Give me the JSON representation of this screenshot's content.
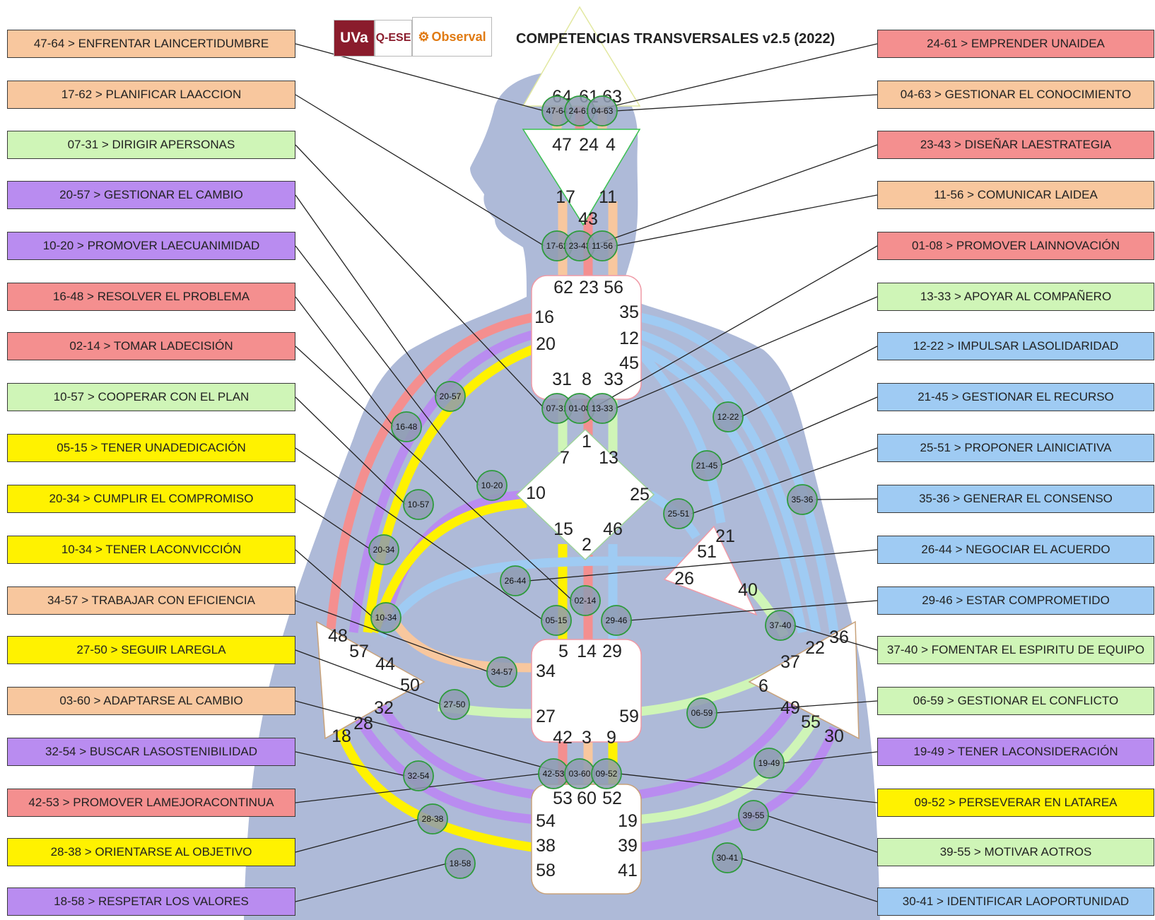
{
  "title": "COMPETENCIAS TRANSVERSALES v2.5 (2022)",
  "logos": {
    "uva": "UVa",
    "qese": "Q-ESE",
    "observal": "Observal"
  },
  "colors": {
    "orange": "#f8c79e",
    "green": "#cff5b7",
    "purple": "#b98cf0",
    "red": "#f48f8f",
    "yellow": "#fff200",
    "blue": "#9fcbf3",
    "silhouette": "#aebad8",
    "node": "#8e9bb2",
    "node_border": "#2d9b3b"
  },
  "left_labels": [
    {
      "text": "47-64 > ENFRENTAR LAINCERTIDUMBRE",
      "color": "orange"
    },
    {
      "text": "17-62 > PLANIFICAR LAACCION",
      "color": "orange"
    },
    {
      "text": "07-31 > DIRIGIR APERSONAS",
      "color": "green"
    },
    {
      "text": "20-57 > GESTIONAR EL CAMBIO",
      "color": "purple"
    },
    {
      "text": "10-20 > PROMOVER LAECUANIMIDAD",
      "color": "purple"
    },
    {
      "text": "16-48 > RESOLVER EL PROBLEMA",
      "color": "red"
    },
    {
      "text": "02-14 > TOMAR LADECISIÓN",
      "color": "red"
    },
    {
      "text": "10-57 > COOPERAR CON EL PLAN",
      "color": "green"
    },
    {
      "text": "05-15 > TENER UNADEDICACIÓN",
      "color": "yellow"
    },
    {
      "text": "20-34 > CUMPLIR EL COMPROMISO",
      "color": "yellow"
    },
    {
      "text": "10-34 > TENER LACONVICCIÓN",
      "color": "yellow"
    },
    {
      "text": "34-57 > TRABAJAR CON EFICIENCIA",
      "color": "orange"
    },
    {
      "text": "27-50 > SEGUIR LAREGLA",
      "color": "yellow"
    },
    {
      "text": "03-60 > ADAPTARSE AL CAMBIO",
      "color": "orange"
    },
    {
      "text": "32-54 > BUSCAR LASOSTENIBILIDAD",
      "color": "purple"
    },
    {
      "text": "42-53 > PROMOVER LAMEJORACONTINUA",
      "color": "red"
    },
    {
      "text": "28-38 > ORIENTARSE AL OBJETIVO",
      "color": "yellow"
    },
    {
      "text": "18-58 > RESPETAR LOS VALORES",
      "color": "purple"
    }
  ],
  "right_labels": [
    {
      "text": "24-61 > EMPRENDER UNAIDEA",
      "color": "red"
    },
    {
      "text": "04-63 > GESTIONAR EL CONOCIMIENTO",
      "color": "orange"
    },
    {
      "text": "23-43 > DISEÑAR LAESTRATEGIA",
      "color": "red"
    },
    {
      "text": "11-56 > COMUNICAR LAIDEA",
      "color": "orange"
    },
    {
      "text": "01-08 > PROMOVER LAINNOVACIÓN",
      "color": "red"
    },
    {
      "text": "13-33 > APOYAR AL COMPAÑERO",
      "color": "green"
    },
    {
      "text": "12-22 > IMPULSAR LASOLIDARIDAD",
      "color": "blue"
    },
    {
      "text": "21-45 > GESTIONAR EL RECURSO",
      "color": "blue"
    },
    {
      "text": "25-51 > PROPONER LAINICIATIVA",
      "color": "blue"
    },
    {
      "text": "35-36 > GENERAR EL CONSENSO",
      "color": "blue"
    },
    {
      "text": "26-44 > NEGOCIAR EL ACUERDO",
      "color": "blue"
    },
    {
      "text": "29-46 > ESTAR COMPROMETIDO",
      "color": "blue"
    },
    {
      "text": "37-40 > FOMENTAR EL ESPIRITU DE EQUIPO",
      "color": "green"
    },
    {
      "text": "06-59 > GESTIONAR EL CONFLICTO",
      "color": "green"
    },
    {
      "text": "19-49 > TENER LACONSIDERACIÓN",
      "color": "purple"
    },
    {
      "text": "09-52 > PERSEVERAR EN LATAREA",
      "color": "yellow"
    },
    {
      "text": "39-55 > MOTIVAR AOTROS",
      "color": "green"
    },
    {
      "text": "30-41 > IDENTIFICAR LAOPORTUNIDAD",
      "color": "blue"
    }
  ],
  "nodes": [
    "47-64",
    "24-61",
    "04-63",
    "17-62",
    "23-43",
    "11-56",
    "07-31",
    "01-08",
    "13-33",
    "20-57",
    "16-48",
    "12-22",
    "21-45",
    "10-20",
    "10-57",
    "35-36",
    "25-51",
    "20-34",
    "26-44",
    "02-14",
    "10-34",
    "05-15",
    "29-46",
    "37-40",
    "34-57",
    "27-50",
    "06-59",
    "32-54",
    "42-53",
    "03-60",
    "09-52",
    "19-49",
    "28-38",
    "39-55",
    "18-58",
    "30-41"
  ],
  "gate_numbers": [
    "64",
    "61",
    "63",
    "47",
    "24",
    "4",
    "17",
    "11",
    "43",
    "62",
    "23",
    "56",
    "16",
    "35",
    "20",
    "12",
    "45",
    "31",
    "8",
    "33",
    "1",
    "7",
    "13",
    "10",
    "25",
    "15",
    "46",
    "2",
    "21",
    "51",
    "26",
    "40",
    "5",
    "14",
    "29",
    "34",
    "27",
    "59",
    "42",
    "3",
    "9",
    "53",
    "60",
    "52",
    "54",
    "19",
    "38",
    "39",
    "58",
    "41",
    "48",
    "57",
    "44",
    "50",
    "32",
    "28",
    "18",
    "36",
    "22",
    "37",
    "6",
    "49",
    "55",
    "30"
  ]
}
